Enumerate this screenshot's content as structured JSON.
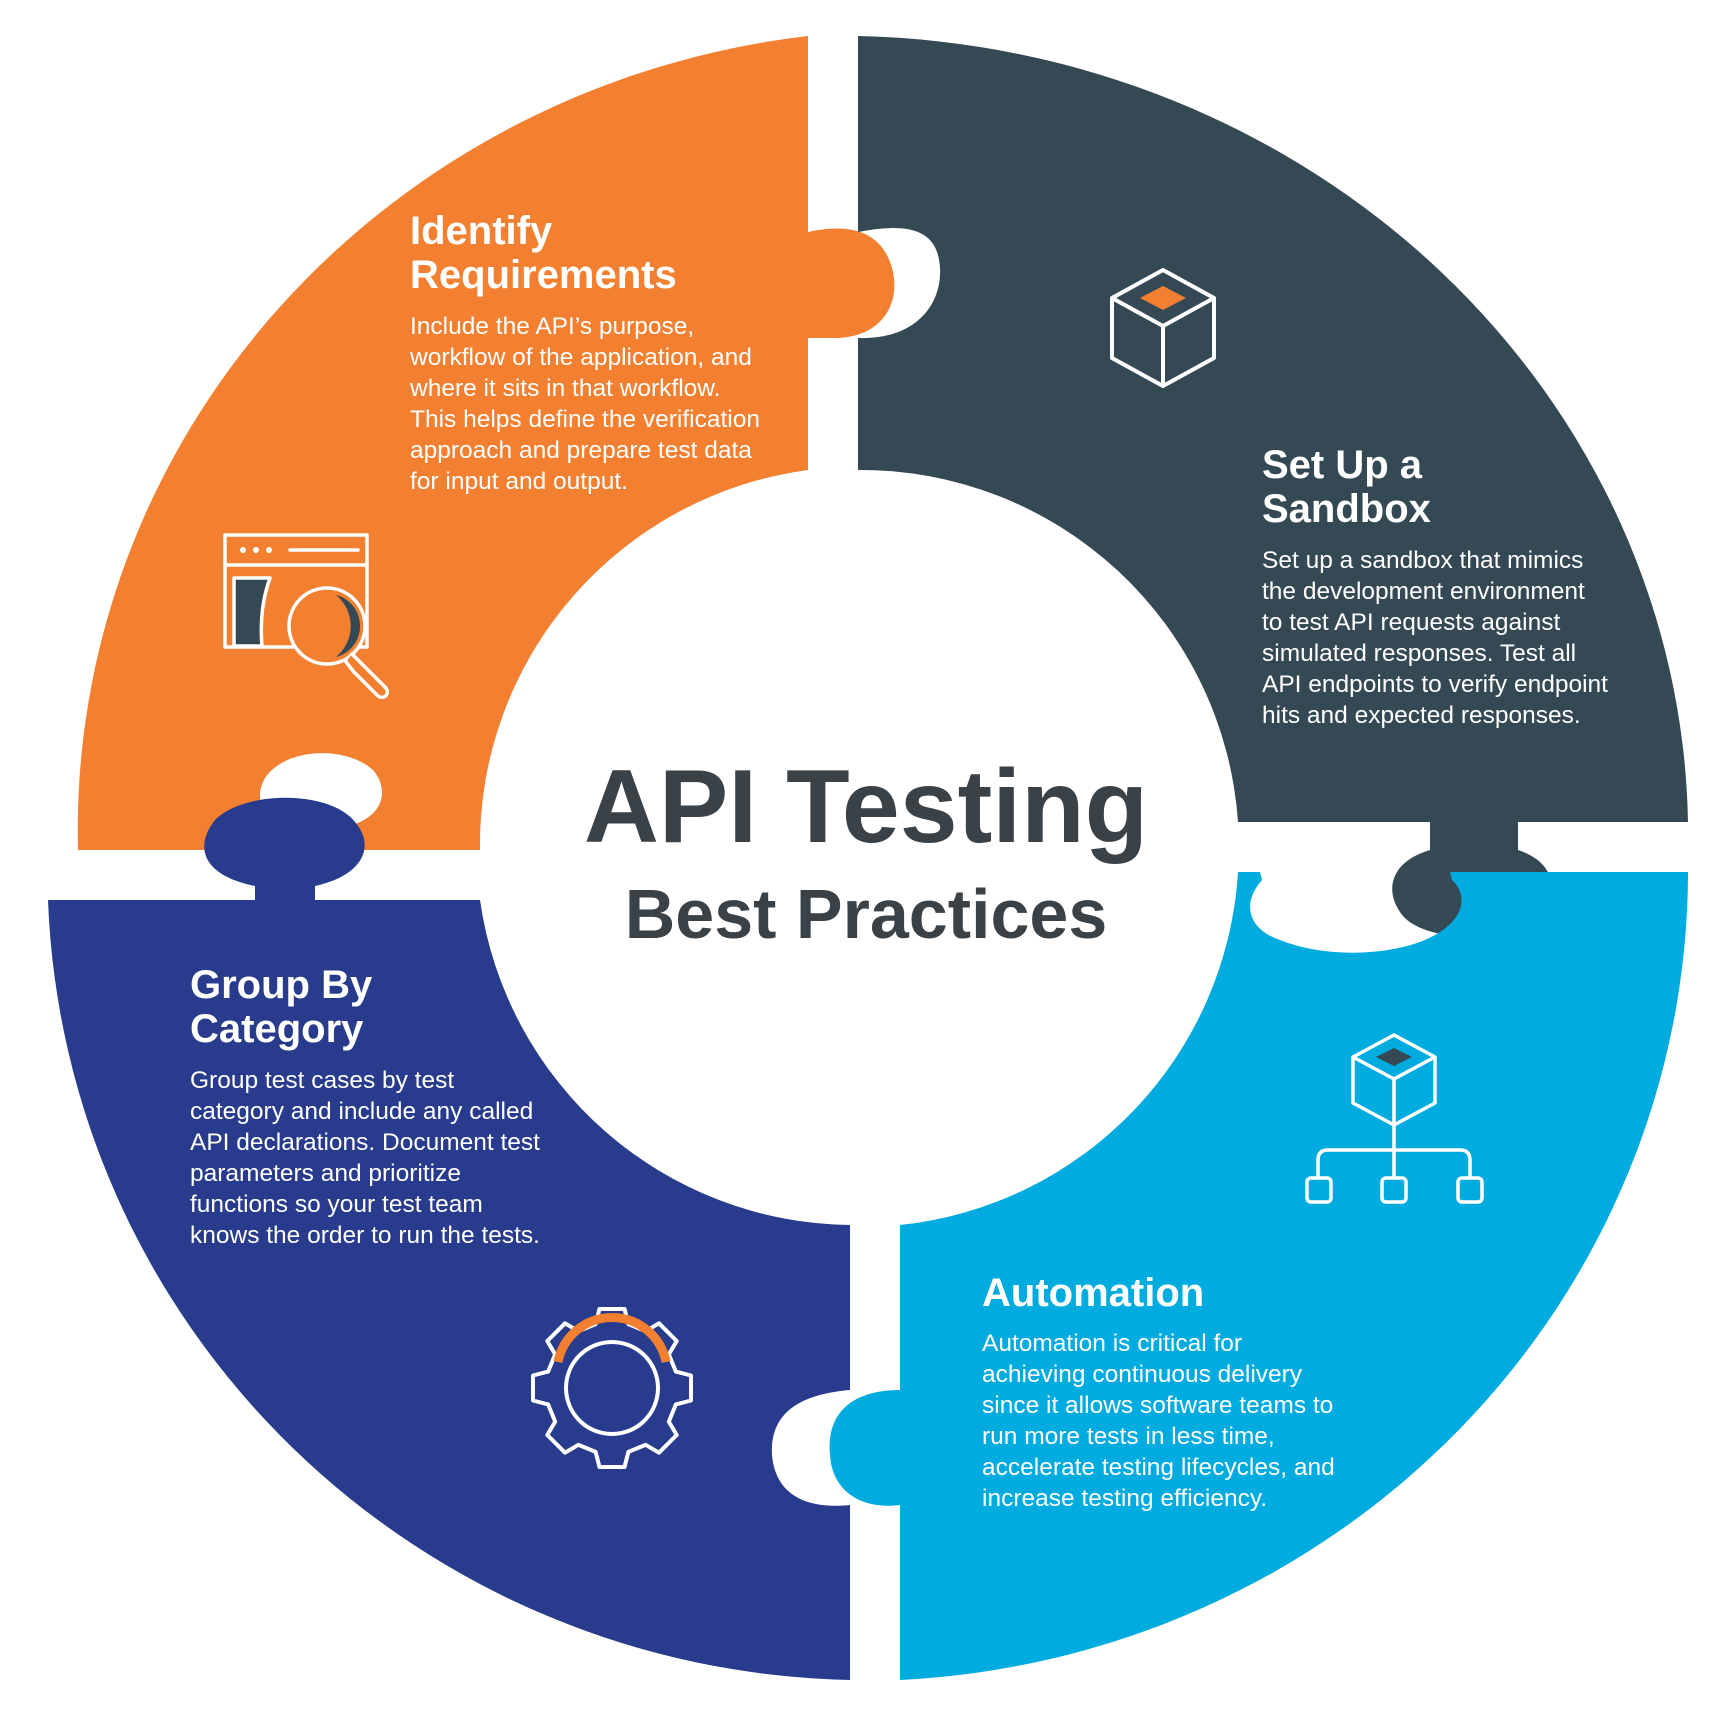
{
  "center": {
    "title": "API Testing",
    "subtitle": "Best Practices",
    "color": "#3a4147"
  },
  "segments": [
    {
      "id": "identify",
      "color": "#f28030",
      "heading": [
        "Identify",
        "Requirements"
      ],
      "body": [
        "Include the API’s purpose,",
        "workflow of the application, and",
        "where it sits in that workflow.",
        "This helps define the verification",
        "approach and prepare test data",
        "for input and output."
      ],
      "icon": "browser-search-icon"
    },
    {
      "id": "sandbox",
      "color": "#354955",
      "heading": [
        "Set Up a",
        "Sandbox"
      ],
      "body": [
        "Set up a sandbox that mimics",
        "the development environment",
        "to test API requests against",
        "simulated responses. Test all",
        "API endpoints to verify endpoint",
        "hits and expected responses."
      ],
      "icon": "cube-icon"
    },
    {
      "id": "automation",
      "color": "#00abdf",
      "heading": [
        "Automation"
      ],
      "body": [
        "Automation is critical for",
        "achieving continuous delivery",
        "since it allows software teams to",
        "run more tests in less time,",
        "accelerate testing lifecycles, and",
        "increase testing efficiency."
      ],
      "icon": "cube-hierarchy-icon"
    },
    {
      "id": "group",
      "color": "#283b8c",
      "heading": [
        "Group By",
        "Category"
      ],
      "body": [
        "Group test cases by test",
        "category and include any called",
        "API declarations. Document test",
        "parameters and prioritize",
        "functions so your test team",
        "knows the order to run the tests."
      ],
      "icon": "gear-icon"
    }
  ],
  "icon_accent": "#f28030"
}
